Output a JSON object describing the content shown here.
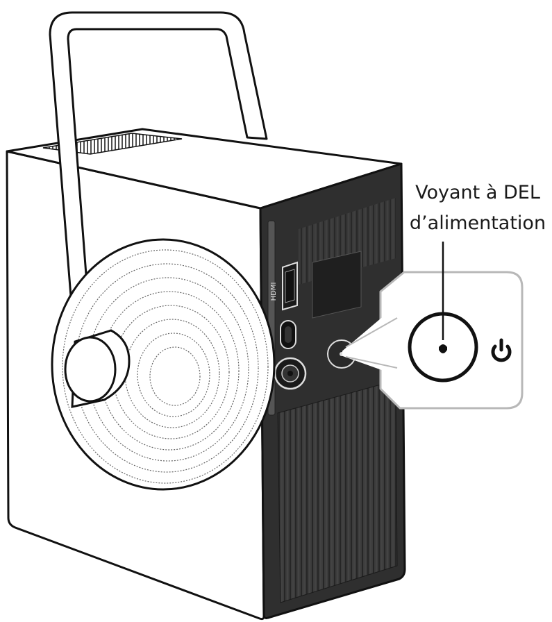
{
  "callout": {
    "line1": "Voyant à DEL",
    "line2": "d’alimentation"
  },
  "icons": {
    "power_symbol": "power-icon",
    "led_indicator": "led-indicator-icon"
  },
  "device_labels": {
    "hdmi": "HDMI"
  },
  "colors": {
    "line": "#1a1a1a",
    "panel_dark": "#3a3a3a",
    "panel_ribs": "#2a2a2a",
    "body": "#ffffff",
    "callout_border": "#b8b8b8"
  }
}
